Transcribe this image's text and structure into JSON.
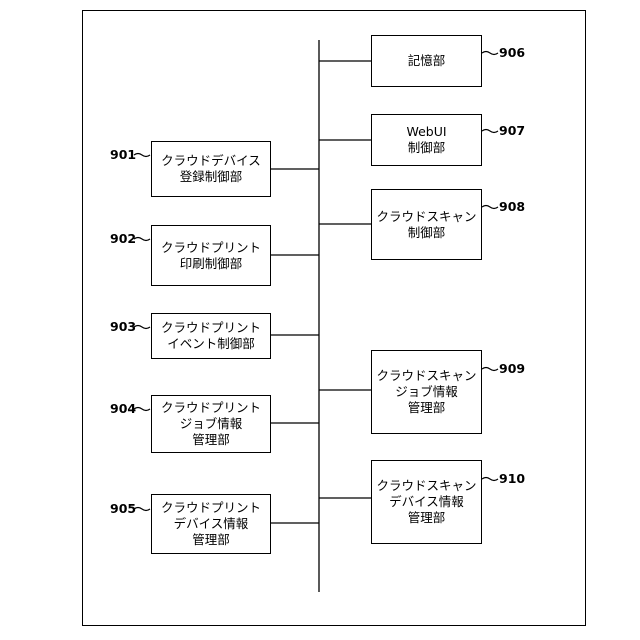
{
  "blocks": {
    "b901": {
      "ref": "901",
      "lines": [
        "クラウドデバイス",
        "登録制御部"
      ]
    },
    "b902": {
      "ref": "902",
      "lines": [
        "クラウドプリント",
        "印刷制御部"
      ]
    },
    "b903": {
      "ref": "903",
      "lines": [
        "クラウドプリント",
        "イベント制御部"
      ]
    },
    "b904": {
      "ref": "904",
      "lines": [
        "クラウドプリント",
        "ジョブ情報",
        "管理部"
      ]
    },
    "b905": {
      "ref": "905",
      "lines": [
        "クラウドプリント",
        "デバイス情報",
        "管理部"
      ]
    },
    "b906": {
      "ref": "906",
      "lines": [
        "記憶部"
      ]
    },
    "b907": {
      "ref": "907",
      "lines": [
        "WebUI",
        "制御部"
      ]
    },
    "b908": {
      "ref": "908",
      "lines": [
        "クラウドスキャン",
        "制御部"
      ]
    },
    "b909": {
      "ref": "909",
      "lines": [
        "クラウドスキャン",
        "ジョブ情報",
        "管理部"
      ]
    },
    "b910": {
      "ref": "910",
      "lines": [
        "クラウドスキャン",
        "デバイス情報",
        "管理部"
      ]
    }
  }
}
